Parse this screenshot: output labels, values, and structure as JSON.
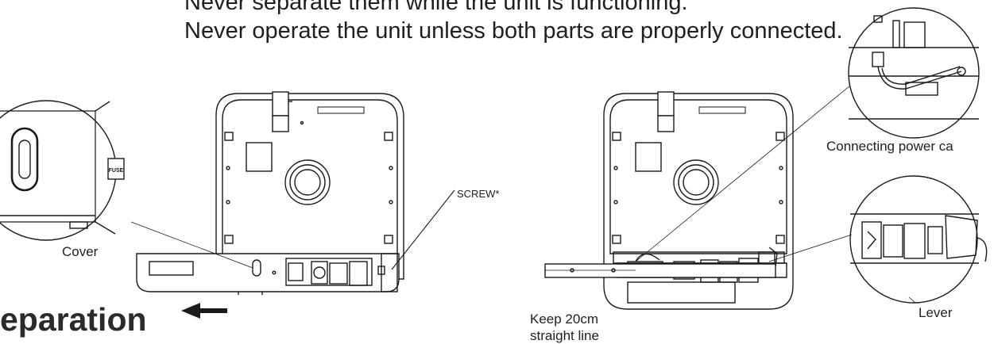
{
  "instructions": {
    "line1": "Never separate them while the unit is functioning.",
    "line2": "Never operate the unit unless both parts are properly connected."
  },
  "heading": "eparation",
  "labels": {
    "cover": "Cover",
    "screw": "SCREW*",
    "connecting_power": "Connecting power ca",
    "lever": "Lever",
    "keep_line1": "Keep 20cm",
    "keep_line2": "straight line"
  },
  "badges": {
    "fuse": "FUSE"
  },
  "icons": {
    "direction_arrow": "left-arrow-icon"
  },
  "colors": {
    "line": "#1a1a1a",
    "fill": "#ffffff"
  }
}
